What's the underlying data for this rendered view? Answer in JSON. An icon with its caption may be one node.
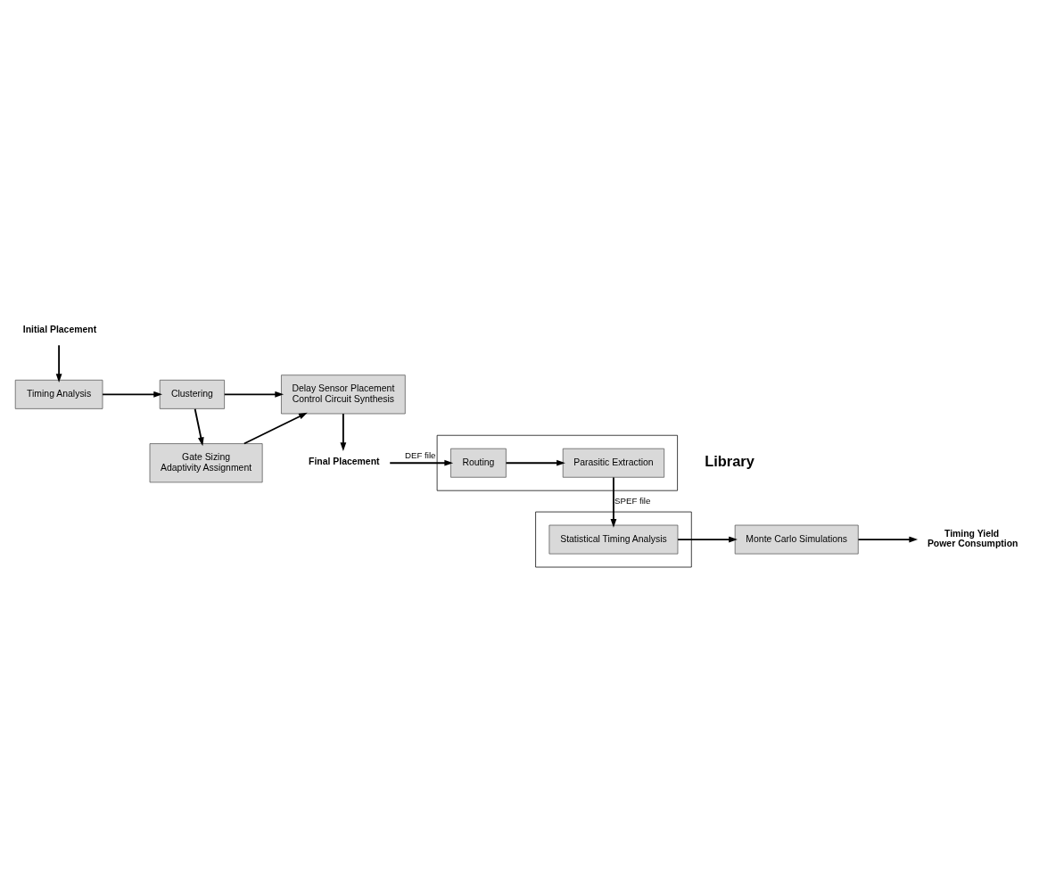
{
  "diagram": {
    "nodes": [
      {
        "text": [
          "Initial Placement"
        ]
      },
      {
        "text": [
          "Timing Analysis"
        ]
      },
      {
        "text": [
          "Clustering"
        ]
      },
      {
        "text": [
          "Delay Sensor Placement",
          "Control Circuit Synthesis"
        ]
      },
      {
        "text": [
          "Gate Sizing",
          "Adaptivity Assignment"
        ]
      },
      {
        "text": [
          "Final Placement"
        ]
      },
      {
        "text": [],
        "shape": "box"
      },
      {
        "text": [
          "Parasitic Extraction"
        ],
        "in": 6
      },
      {
        "text": [
          "Routing"
        ],
        "in": 6
      },
      {
        "text": [],
        "shape": "box"
      },
      {
        "text": [
          "Statistical Timing Analysis"
        ],
        "in": 9
      },
      {
        "text": [
          "Monte Carlo Simulations"
        ]
      },
      {
        "text": [
          "Timing Yield",
          "Power Consumption"
        ]
      }
    ],
    "edges": [
      {
        "from": 0,
        "to": 1,
        "arrow": "to"
      },
      {
        "from": 1,
        "to": 2,
        "arrow": "to"
      },
      {
        "from": 2,
        "to": 3,
        "arrow": "to"
      },
      {
        "from": 2,
        "to": 4,
        "arrow": "to"
      },
      {
        "from": 4,
        "to": 3,
        "arrow": "to"
      },
      {
        "from": 3,
        "to": 5,
        "arrow": "to"
      },
      {
        "from": 5,
        "to": 8,
        "arrow": "to",
        "label": "DEF file"
      },
      {
        "from": 8,
        "to": 7,
        "arrow": "to"
      },
      {
        "from": 7,
        "to": 10,
        "arrow": "to",
        "label": "SPEF file"
      },
      {
        "from": 10,
        "to": 11,
        "arrow": "to"
      },
      {
        "from": 11,
        "to": 12,
        "arrow": "to"
      }
    ],
    "labels": [
      "Library"
    ]
  }
}
